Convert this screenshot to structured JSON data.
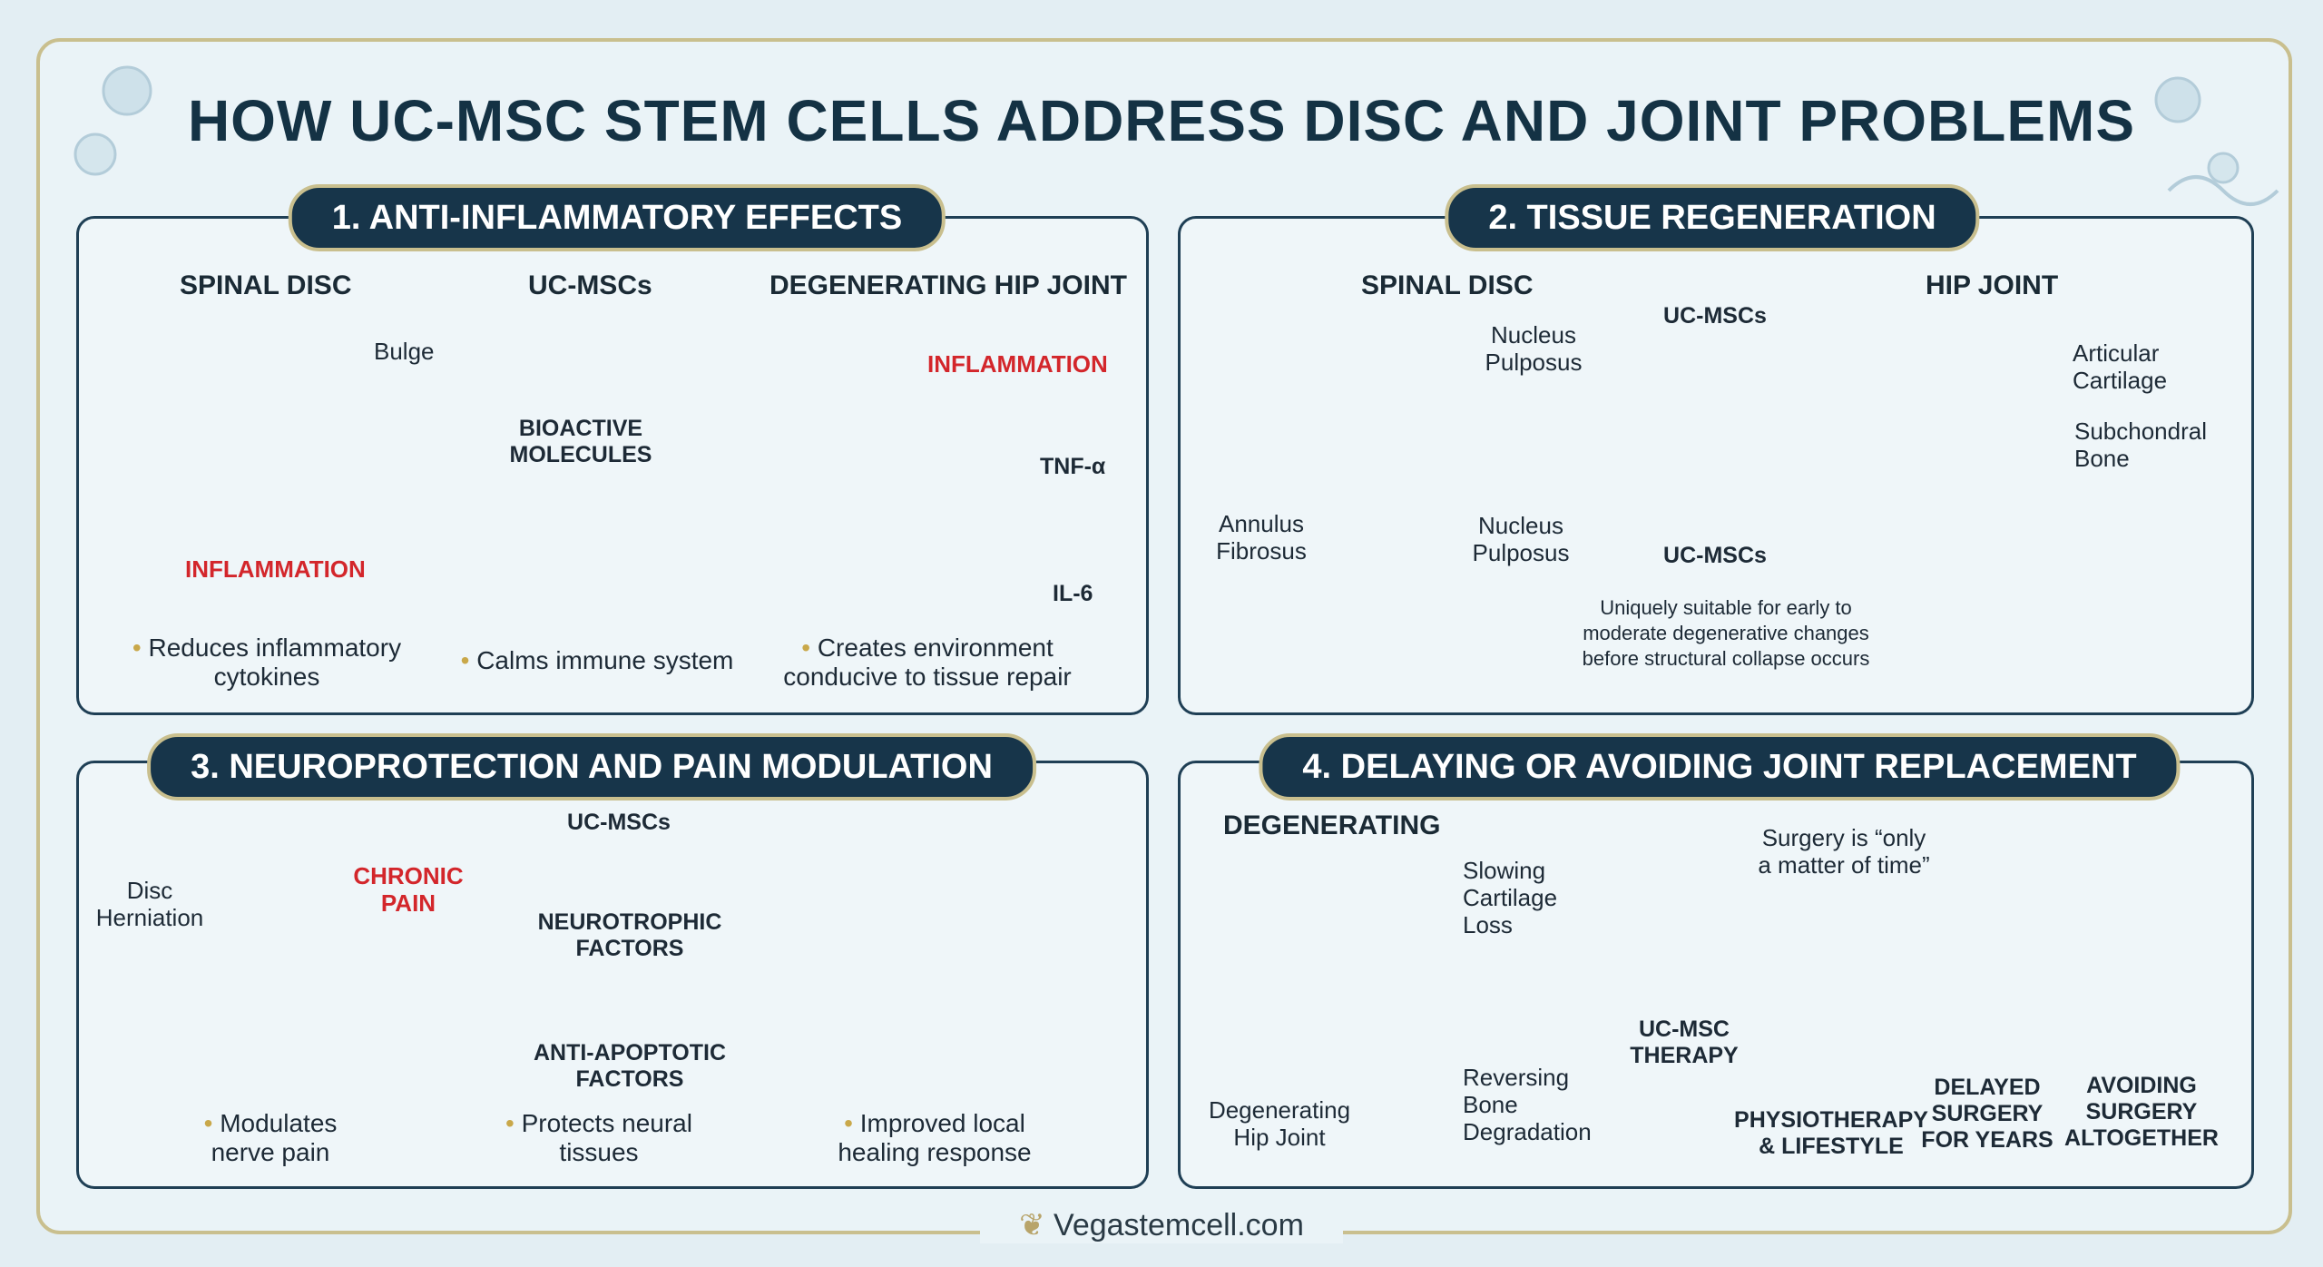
{
  "title": "HOW UC-MSC STEM CELLS ADDRESS DISC AND JOINT PROBLEMS",
  "footer": "Vegastemcell.com",
  "colors": {
    "navy": "#17354a",
    "gold": "#c9bf8e",
    "red": "#d3262b",
    "green": "#3f9a4c",
    "blue": "#3f86b8"
  },
  "panel1": {
    "heading": "1. ANTI-INFLAMMATORY EFFECTS",
    "spinal_disc": "SPINAL DISC",
    "ucmscs": "UC-MSCs",
    "hip": "DEGENERATING HIP JOINT",
    "bulge": "Bulge",
    "bioactive": [
      "BIOACTIVE",
      "MOLECULES"
    ],
    "inflammation_left": "INFLAMMATION",
    "inflammation_right": "INFLAMMATION",
    "tnf": "TNF-α",
    "il6": "IL-6",
    "bullets": [
      [
        "Reduces inflammatory",
        "cytokines"
      ],
      [
        "Calms immune system"
      ],
      [
        "Creates environment",
        "conducive to tissue repair"
      ]
    ]
  },
  "panel2": {
    "heading": "2. TISSUE REGENERATION",
    "spinal_disc": "SPINAL DISC",
    "hip": "HIP JOINT",
    "nucleus_top": [
      "Nucleus",
      "Pulposus"
    ],
    "nucleus_bottom": [
      "Nucleus",
      "Pulposus"
    ],
    "annulus": [
      "Annulus",
      "Fibrosus"
    ],
    "ucmscs_top": "UC-MSCs",
    "ucmscs_bottom": "UC-MSCs",
    "articular": [
      "Articular",
      "Cartilage"
    ],
    "subchondral": [
      "Subchondral",
      "Bone"
    ],
    "note": [
      "Uniquely suitable for early to",
      "moderate degenerative changes",
      "before structural collapse occurs"
    ]
  },
  "panel3": {
    "heading": "3. NEUROPROTECTION AND PAIN MODULATION",
    "herniation": [
      "Disc",
      "Herniation"
    ],
    "chronic": [
      "CHRONIC",
      "PAIN"
    ],
    "ucmscs": "UC-MSCs",
    "neurotrophic": [
      "NEUROTROPHIC",
      "FACTORS"
    ],
    "antiapoptotic": [
      "ANTI-APOPTOTIC",
      "FACTORS"
    ],
    "bullets": [
      [
        "Modulates",
        "nerve pain"
      ],
      [
        "Protects neural",
        "tissues"
      ],
      [
        "Improved local",
        "healing response"
      ]
    ]
  },
  "panel4": {
    "heading": "4. DELAYING OR AVOIDING JOINT REPLACEMENT",
    "degenerating": "DEGENERATING",
    "slowing": [
      "Slowing",
      "Cartilage",
      "Loss"
    ],
    "reversing": [
      "Reversing",
      "Bone",
      "Degradation"
    ],
    "hip_label": [
      "Degenerating",
      "Hip Joint"
    ],
    "surgery_quote": [
      "Surgery is “only",
      "a matter of time”"
    ],
    "therapy": [
      "UC-MSC",
      "THERAPY"
    ],
    "physio": [
      "PHYSIOTHERAPY",
      "& LIFESTYLE"
    ],
    "delayed": [
      "DELAYED",
      "SURGERY",
      "FOR YEARS"
    ],
    "avoiding": [
      "AVOIDING",
      "SURGERY",
      "ALTOGETHER"
    ]
  }
}
